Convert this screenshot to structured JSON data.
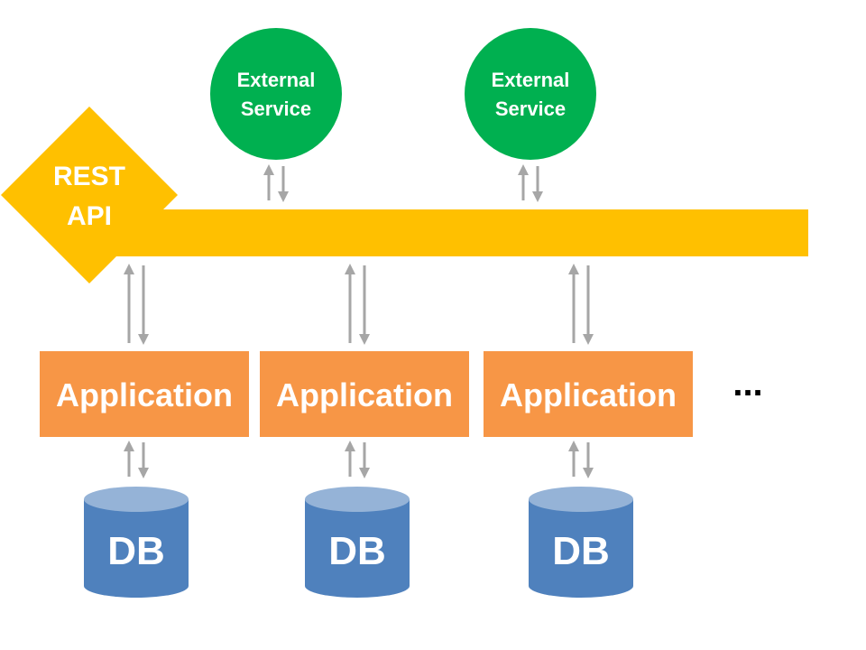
{
  "rest_api": {
    "line1": "REST",
    "line2": "API"
  },
  "external_services": [
    {
      "line1": "External",
      "line2": "Service"
    },
    {
      "line1": "External",
      "line2": "Service"
    }
  ],
  "applications": [
    {
      "label": "Application"
    },
    {
      "label": "Application"
    },
    {
      "label": "Application"
    }
  ],
  "databases": [
    {
      "label": "DB"
    },
    {
      "label": "DB"
    },
    {
      "label": "DB"
    }
  ],
  "more_indicator": "...",
  "colors": {
    "api_bus": "#FFC000",
    "service": "#00B050",
    "application": "#F79646",
    "db_body": "#4F81BD",
    "db_top": "#95B3D7",
    "arrow": "#A6A6A6"
  }
}
